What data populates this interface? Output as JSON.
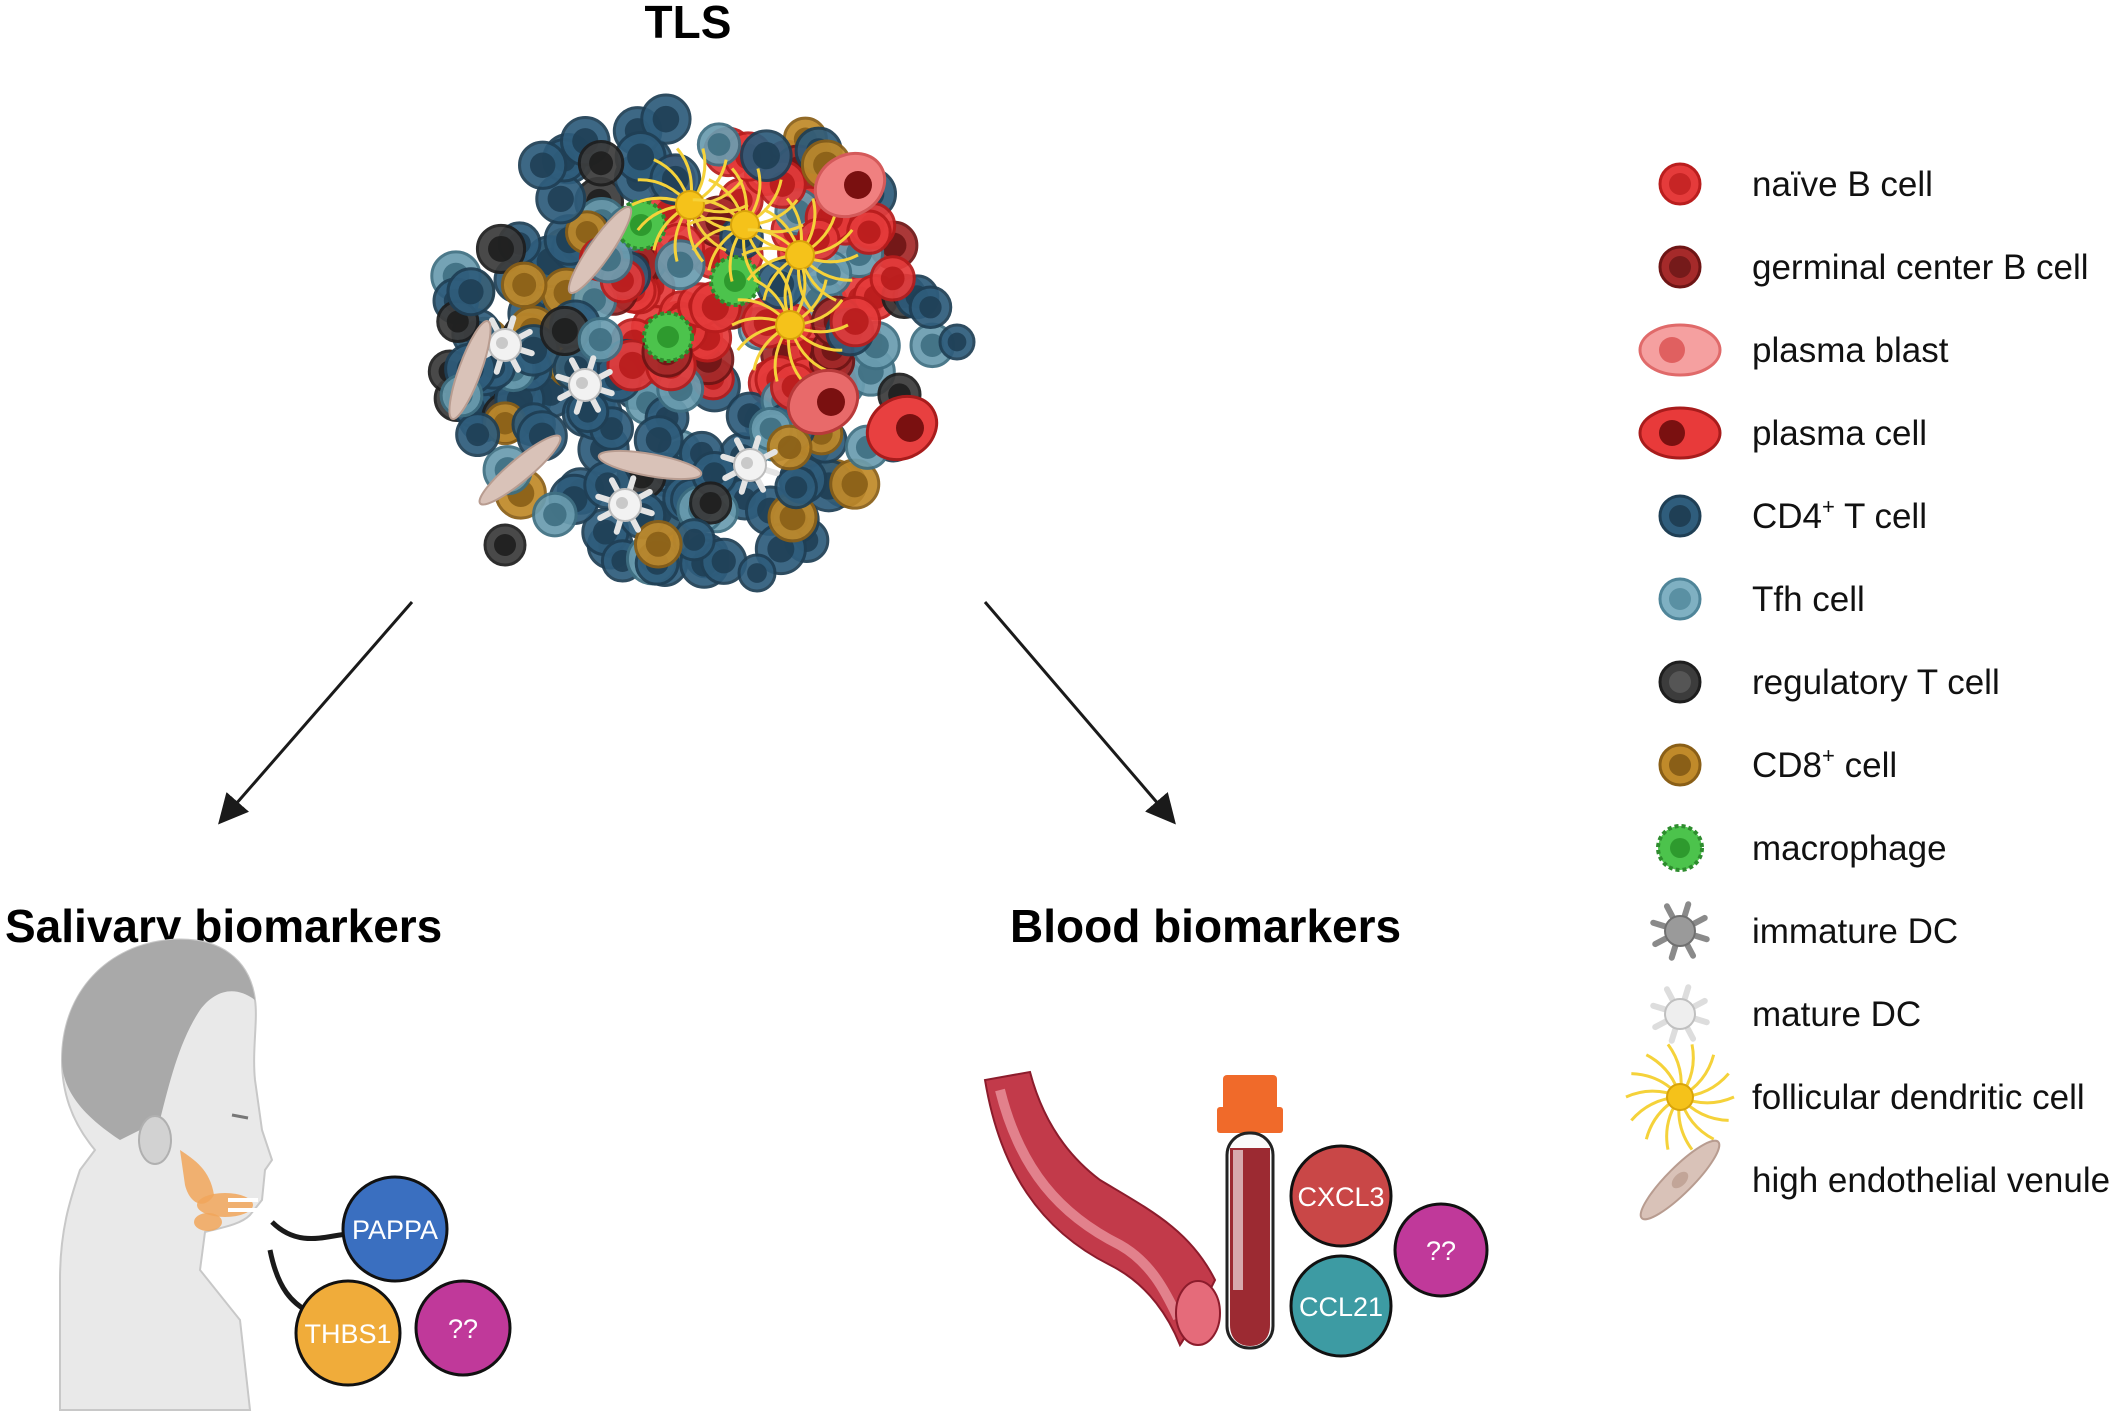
{
  "title": "TLS",
  "sections": {
    "salivary": {
      "title": "Salivary biomarkers"
    },
    "blood": {
      "title": "Blood biomarkers"
    }
  },
  "salivary_markers": [
    {
      "label": "PAPPA",
      "color": "#3a6fc0"
    },
    {
      "label": "THBS1",
      "color": "#f0ac3a"
    },
    {
      "label": "??",
      "color": "#c0399a"
    }
  ],
  "blood_markers": [
    {
      "label": "CXCL3",
      "color": "#c94747"
    },
    {
      "label": "CCL21",
      "color": "#3d9ba3"
    },
    {
      "label": "??",
      "color": "#c0399a"
    }
  ],
  "legend": [
    {
      "label": "naïve B cell",
      "icon": "naive-b-cell-icon",
      "color": "#e03a3a"
    },
    {
      "label": "germinal center B cell",
      "icon": "germinal-center-b-cell-icon",
      "color": "#a52a2a"
    },
    {
      "label": "plasma blast",
      "icon": "plasma-blast-icon",
      "color": "#f08080"
    },
    {
      "label": "plasma cell",
      "icon": "plasma-cell-icon",
      "color": "#d42a2a"
    },
    {
      "label_main": "CD4",
      "label_sup": "+",
      "label_rest": " T cell",
      "icon": "cd4-t-cell-icon",
      "color": "#2f5d7c"
    },
    {
      "label": "Tfh cell",
      "icon": "tfh-cell-icon",
      "color": "#6b9db0"
    },
    {
      "label": "regulatory T cell",
      "icon": "regulatory-t-cell-icon",
      "color": "#3c3c3c"
    },
    {
      "label_main": "CD8",
      "label_sup": "+",
      "label_rest": " cell",
      "icon": "cd8-cell-icon",
      "color": "#c08a2a"
    },
    {
      "label": "macrophage",
      "icon": "macrophage-icon",
      "color": "#4cc34c"
    },
    {
      "label": "immature DC",
      "icon": "immature-dc-icon",
      "color": "#8a8a8a"
    },
    {
      "label": "mature DC",
      "icon": "mature-dc-icon",
      "color": "#e0e0e0"
    },
    {
      "label": "follicular dendritic cell",
      "icon": "follicular-dendritic-cell-icon",
      "color": "#f5d23a"
    },
    {
      "label": "high endothelial venule",
      "icon": "high-endothelial-venule-icon",
      "color": "#d9c2b8"
    }
  ]
}
